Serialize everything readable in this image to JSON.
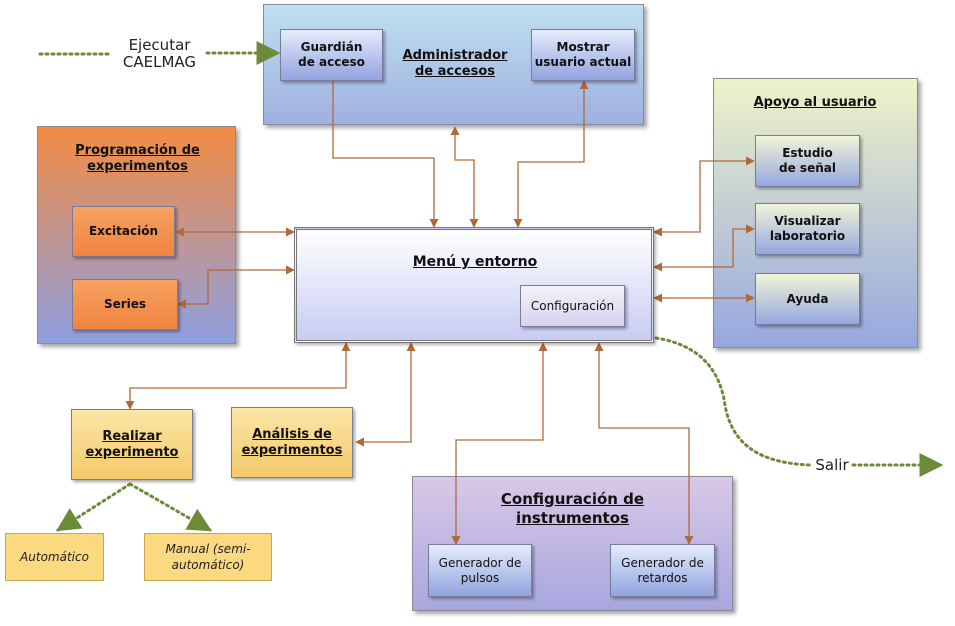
{
  "admin": {
    "title": "Administrador de accesos",
    "guardian": "Guardián de acceso",
    "mostrar": "Mostrar usuario actual"
  },
  "entry": {
    "label": "Ejecutar CAELMAG"
  },
  "prog": {
    "title": "Programación de experimentos",
    "excitacion": "Excitación",
    "series": "Series"
  },
  "menu": {
    "title": "Menú y entorno",
    "config": "Configuración"
  },
  "apoyo": {
    "title": "Apoyo al usuario",
    "estudio": "Estudio de señal",
    "visualizar": "Visualizar laboratorio",
    "ayuda": "Ayuda"
  },
  "realizar": {
    "title": "Realizar experimento",
    "automatico": "Automático",
    "manual": "Manual (semi-automático)"
  },
  "analisis": {
    "title": "Análisis de experimentos"
  },
  "instrumentos": {
    "title": "Configuración de instrumentos",
    "pulsos": "Generador de pulsos",
    "retardos": "Generador de retardos"
  },
  "exit": {
    "label": "Salir"
  },
  "colors": {
    "connector": "#b06a3a",
    "dotted": "#6b8a3a"
  }
}
